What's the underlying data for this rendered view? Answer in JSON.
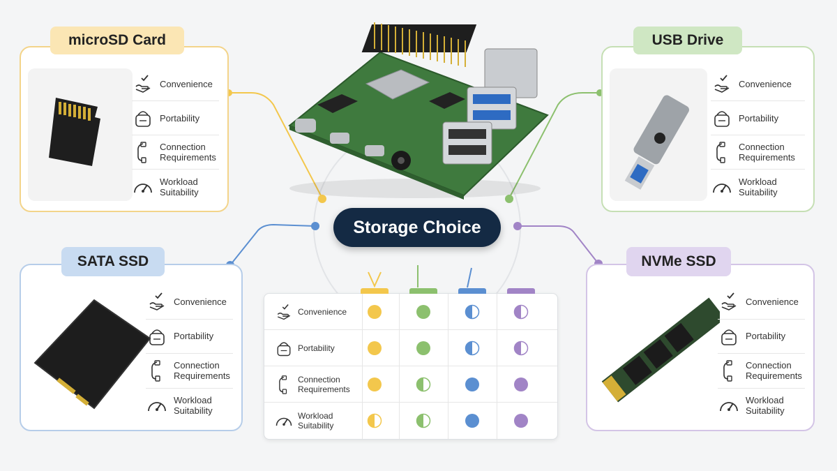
{
  "center": {
    "label": "Storage Choice"
  },
  "features": [
    "Convenience",
    "Portability",
    "Connection Requirements",
    "Workload Suitability"
  ],
  "feature_icons": [
    "hand-check-icon",
    "bag-icon",
    "cable-icon",
    "gauge-icon"
  ],
  "options": [
    {
      "name": "microSD Card",
      "color": "#f3c74c",
      "tag_bg": "#fbe6b4"
    },
    {
      "name": "USB Drive",
      "color": "#8cc06e",
      "tag_bg": "#cfe7c3"
    },
    {
      "name": "SATA SSD",
      "color": "#5b8fd1",
      "tag_bg": "#c8dbf1"
    },
    {
      "name": "NVMe SSD",
      "color": "#a184c6",
      "tag_bg": "#e0d5ef"
    }
  ],
  "matrix": {
    "row_labels": [
      "Convenience",
      "Portability",
      "Connection Requirements",
      "Workload Suitability"
    ],
    "ratings": [
      [
        "full",
        "full",
        "half",
        "half"
      ],
      [
        "full",
        "full",
        "half",
        "half"
      ],
      [
        "full",
        "half",
        "full",
        "full"
      ],
      [
        "half",
        "half",
        "full",
        "full"
      ]
    ]
  }
}
